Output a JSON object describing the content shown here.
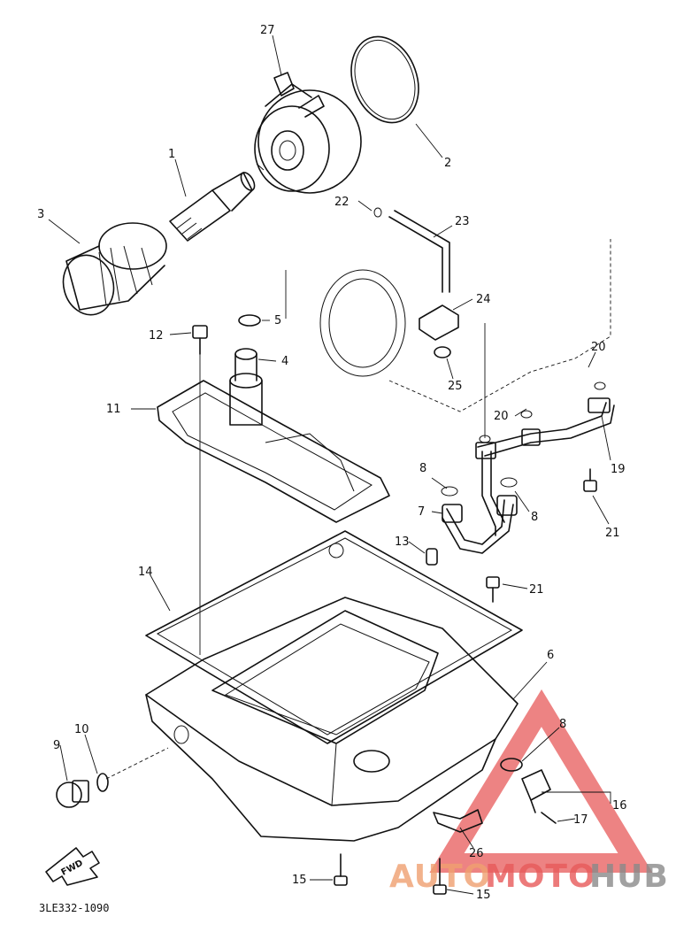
{
  "labels": {
    "l27": "27",
    "l2": "2",
    "l1": "1",
    "l3": "3",
    "l22": "22",
    "l23": "23",
    "l24": "24",
    "l5": "5",
    "l12": "12",
    "l4": "4",
    "l25": "25",
    "l20a": "20",
    "l11": "11",
    "l20b": "20",
    "l19": "19",
    "l8a": "8",
    "l8b": "8",
    "l7": "7",
    "l21a": "21",
    "l13": "13",
    "l21b": "21",
    "l14": "14",
    "l6": "6",
    "l8c": "8",
    "l9": "9",
    "l10": "10",
    "l16": "16",
    "l17": "17",
    "l26": "26",
    "l15a": "15",
    "l15b": "15"
  },
  "fwd_arrow": "FWD",
  "diagram_code": "3LE332-1090",
  "watermark": {
    "auto": "AUTO",
    "moto": "MOTO",
    "hub": "HUB",
    "color_red": "#e85a5a",
    "color_orange": "#f0a070",
    "color_gray": "#8a8a8a"
  }
}
